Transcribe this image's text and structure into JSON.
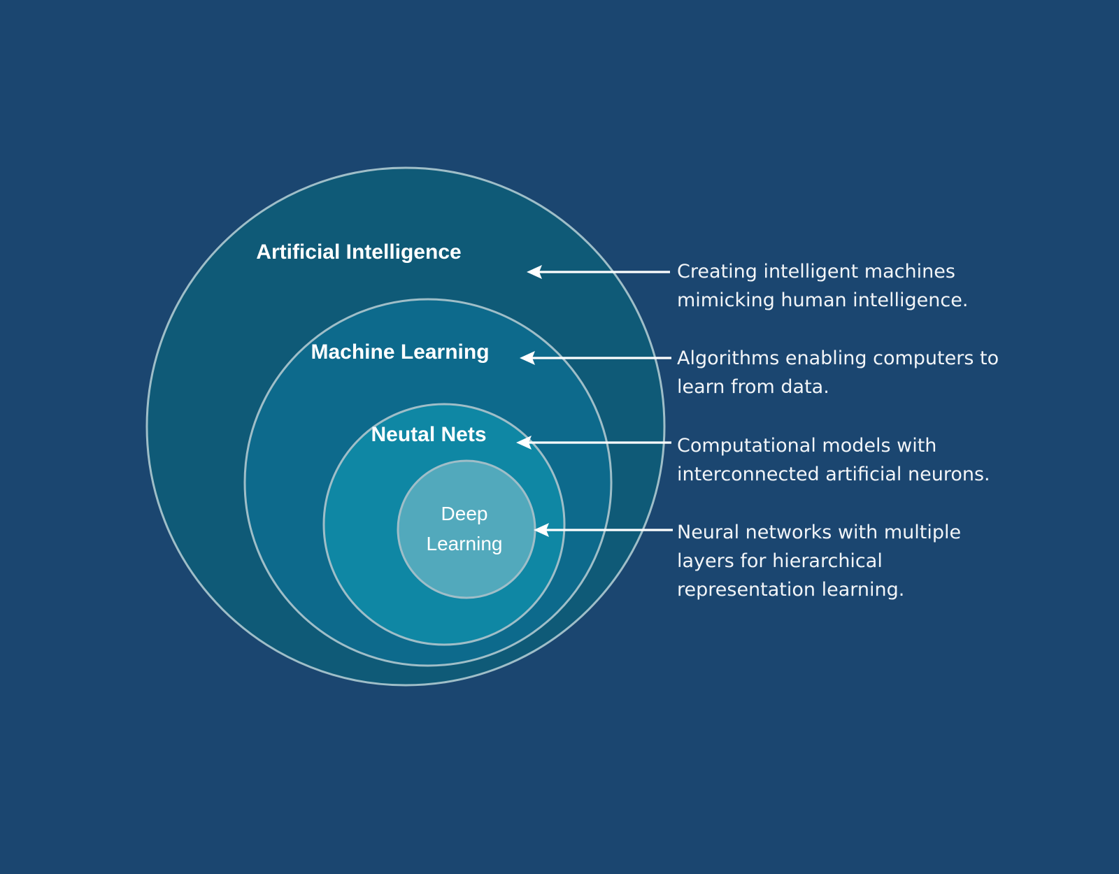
{
  "page": {
    "title": "Artificial Intelligence concentric hierarchy diagram",
    "background_color": "#1b4670"
  },
  "colors": {
    "background": "#1b4670",
    "ring_ai_fill": "#0f5a77",
    "ring_ml_fill": "#0d6a8c",
    "ring_nn_fill": "#0f87a4",
    "ring_dl_fill": "#52a9bc",
    "ring_stroke": "#9fbec8",
    "label_text": "#ffffff",
    "description_text": "#f2f5f8",
    "arrow": "#ffffff"
  },
  "rings": [
    {
      "key": "ai",
      "label": "Artificial Intelligence",
      "description": "Creating intelligent machines mimicking human intelligence.",
      "description_lines": [
        "Creating intelligent machines",
        "mimicking human intelligence."
      ]
    },
    {
      "key": "ml",
      "label": "Machine Learning",
      "description": "Algorithms enabling computers to learn from data.",
      "description_lines": [
        "Algorithms enabling computers to",
        "learn from data."
      ]
    },
    {
      "key": "nn",
      "label": "Neutal Nets",
      "description": "Computational models with interconnected artificial neurons.",
      "description_lines": [
        "Computational models with",
        "interconnected artificial neurons."
      ]
    },
    {
      "key": "dl",
      "label": "Deep Learning",
      "label_lines": [
        "Deep",
        "Learning"
      ],
      "description": "Neural networks with multiple layers for hierarchical representation learning.",
      "description_lines": [
        "Neural networks with multiple",
        "layers for hierarchical",
        "representation learning."
      ]
    }
  ]
}
